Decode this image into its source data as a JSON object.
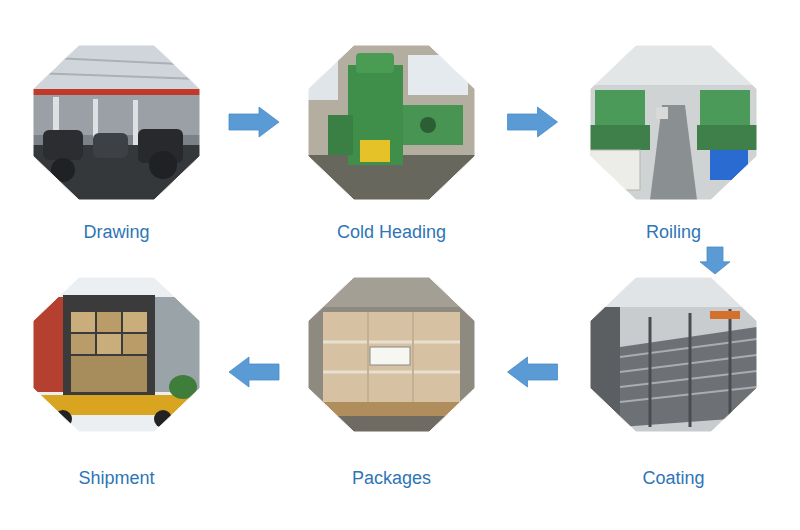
{
  "diagram": {
    "nodes": [
      {
        "text": [
          "Drawing"
        ]
      },
      {
        "text": [
          "Cold Heading"
        ]
      },
      {
        "text": [
          "Roiling"
        ]
      },
      {
        "text": [
          "Shipment"
        ]
      },
      {
        "text": [
          "Packages"
        ]
      },
      {
        "text": [
          "Coating"
        ]
      }
    ],
    "edges": [
      {
        "from": 0,
        "to": 1,
        "arrow": "to"
      },
      {
        "from": 1,
        "to": 2,
        "arrow": "to"
      },
      {
        "from": 2,
        "to": 5,
        "arrow": "to"
      },
      {
        "from": 5,
        "to": 4,
        "arrow": "to"
      },
      {
        "from": 4,
        "to": 3,
        "arrow": "to"
      }
    ]
  }
}
